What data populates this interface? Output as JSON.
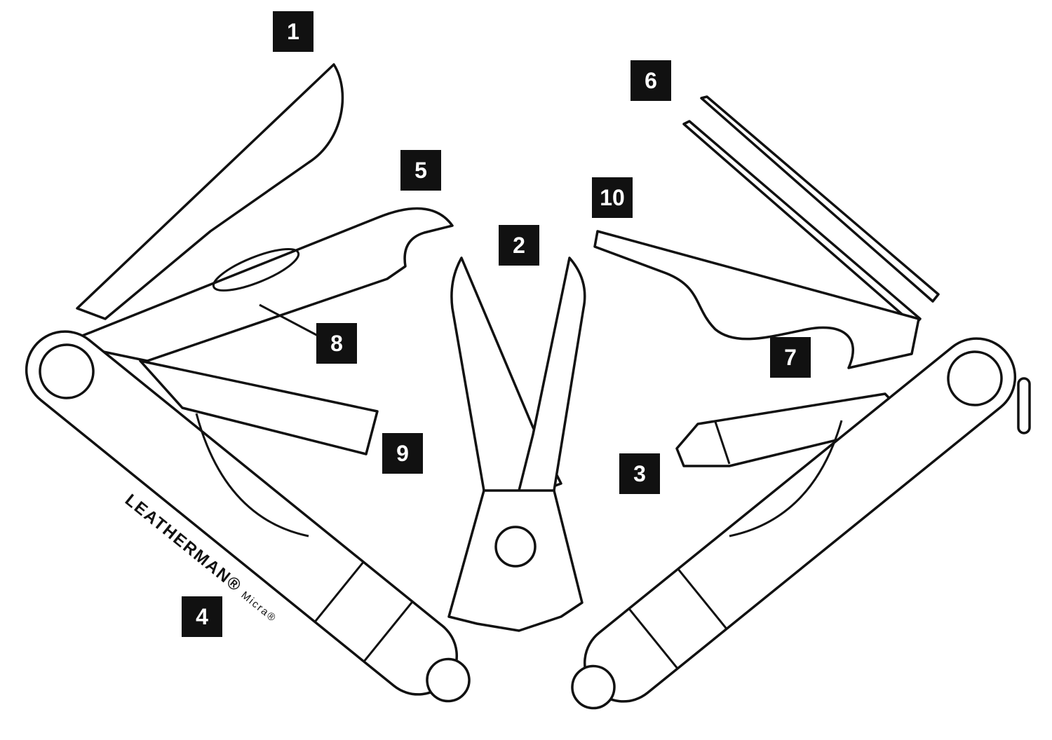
{
  "title": "Leatherman Micra multi-tool parts diagram",
  "brand": {
    "name": "LEATHERMAN®",
    "model": "Micra®"
  },
  "labels": [
    "1",
    "2",
    "3",
    "4",
    "5",
    "6",
    "7",
    "8",
    "9",
    "10"
  ],
  "colors": {
    "line": "#111111",
    "label_bg": "#111111",
    "label_text": "#ffffff"
  }
}
